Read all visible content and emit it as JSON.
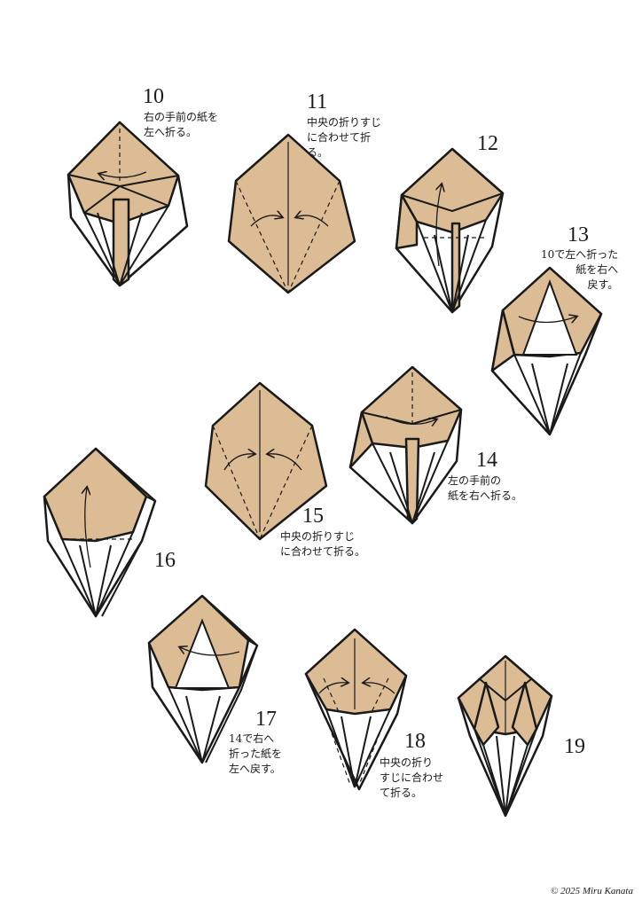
{
  "colors": {
    "paper_tan": "#dcbc94",
    "paper_white": "#ffffff",
    "ink": "#1a1a1a"
  },
  "steps": [
    {
      "num": "10",
      "note": "右の手前の紙を\n左へ折る。"
    },
    {
      "num": "11",
      "note": "中央の折りすじ\nに合わせて折\nる。"
    },
    {
      "num": "12",
      "note": ""
    },
    {
      "num": "13",
      "note": "10で左へ折った\n紙を右へ\n戻す。"
    },
    {
      "num": "14",
      "note": "左の手前の\n紙を右へ折る。"
    },
    {
      "num": "15",
      "note": "中央の折りすじ\nに合わせて折る。"
    },
    {
      "num": "16",
      "note": ""
    },
    {
      "num": "17",
      "note": "14で右へ\n折った紙を\n左へ戻す。"
    },
    {
      "num": "18",
      "note": "中央の折り\nすじに合わせ\nて折る。"
    },
    {
      "num": "19",
      "note": ""
    }
  ],
  "copyright": "© 2025 Miru Kanata"
}
